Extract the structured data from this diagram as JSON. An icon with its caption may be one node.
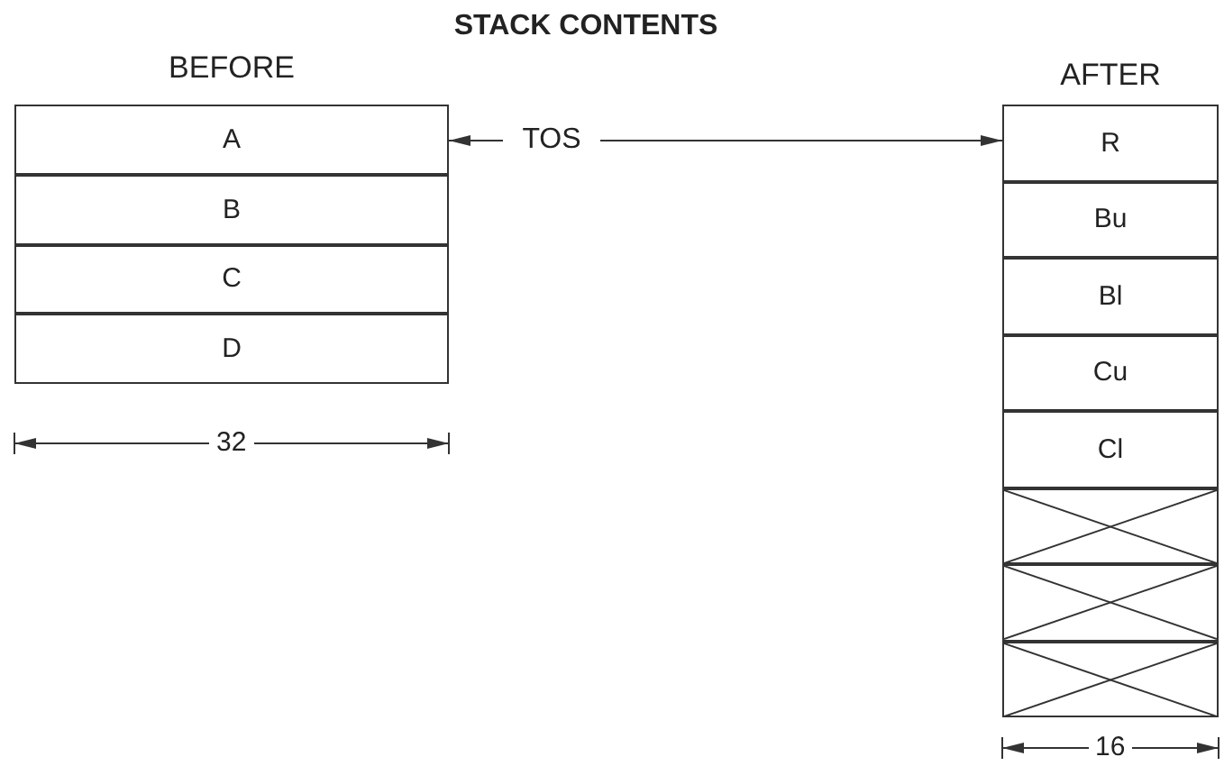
{
  "diagram": {
    "title": "STACK CONTENTS",
    "nodes": [
      {
        "text": [
          "BEFORE"
        ]
      },
      {
        "text": [
          "A"
        ],
        "in": 0
      },
      {
        "text": [
          "B"
        ],
        "in": 0
      },
      {
        "text": [
          "C"
        ],
        "in": 0
      },
      {
        "text": [
          "D"
        ],
        "in": 0
      },
      {
        "text": [
          "TOS"
        ]
      },
      {
        "text": [
          "AFTER"
        ]
      },
      {
        "text": [
          "R"
        ],
        "in": 6
      },
      {
        "text": [
          "Bu"
        ],
        "in": 6
      },
      {
        "text": [
          "Bl"
        ],
        "in": 6
      },
      {
        "text": [
          "Cu"
        ],
        "in": 6
      },
      {
        "text": [
          "Cl"
        ],
        "in": 6
      },
      {
        "text": [],
        "shape": "box",
        "in": 6
      },
      {
        "text": [],
        "shape": "box",
        "in": 6
      },
      {
        "text": [],
        "shape": "box",
        "in": 6
      }
    ],
    "edges": [
      {
        "from": 5,
        "to": 1,
        "arrow": "to"
      },
      {
        "from": 5,
        "to": 7,
        "arrow": "to"
      }
    ],
    "labels": [
      "32",
      "16"
    ]
  }
}
